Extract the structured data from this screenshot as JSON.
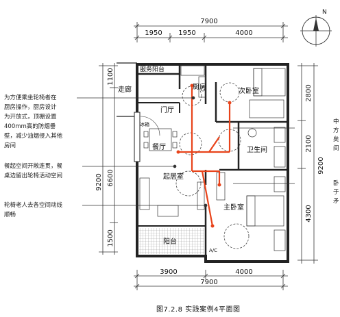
{
  "dimensions": {
    "top_total": "7900",
    "top_segments": [
      "1950",
      "1950",
      "4000"
    ],
    "bottom_segments": [
      "3900",
      "4000"
    ],
    "bottom_total": "7900",
    "left_inner": [
      "1100",
      "6600",
      "1500"
    ],
    "left_outer": "9200",
    "right_inner": [
      "2800",
      "2100",
      "4300"
    ],
    "right_outer": "9200"
  },
  "rooms": {
    "service_balcony": "服务阳台",
    "corridor": "走廊",
    "kitchen": "厨房",
    "second_bedroom": "次卧室",
    "entrance": "门厅",
    "dining": "餐厅",
    "bathroom": "卫生间",
    "living": "起居室",
    "master_bedroom": "主卧室",
    "balcony": "阳台",
    "fridge": "冰箱",
    "ac": "A/C"
  },
  "annotations": {
    "left": [
      "为方便乘坐轮椅者在\n厨房操作，厨房设计\n为开放式，顶棚设置\n400mm高的防烟垂\n壁，减少油烟侵入其他\n房间",
      "餐起空间开敞连贯，餐\n桌边留出轮椅活动空间",
      "轮椅老人去各空间动线\n顺畅"
    ],
    "right_partial": [
      "中\n方\n矣\n间",
      "卧\n于\n矛"
    ]
  },
  "compass": {
    "label": "N"
  },
  "caption": "图7.2.8   实践案例4平面图",
  "colors": {
    "route": "#e8431a",
    "wall": "#222222",
    "ink": "#1a1a1a"
  }
}
